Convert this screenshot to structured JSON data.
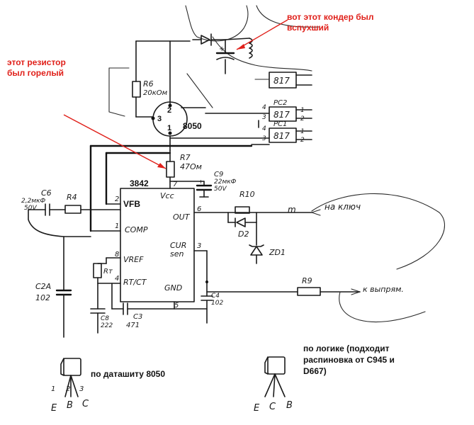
{
  "annotations": {
    "capacitor_note_line1": "вот этот кондер был",
    "capacitor_note_line2": "вспухший",
    "resistor_note_line1": "этот резистор",
    "resistor_note_line2": "был горелый",
    "datasheet_note": "по даташиту 8050",
    "logic_note_line1": "по логике (подходит",
    "logic_note_line2": "распиновка от С945 и",
    "logic_note_line3": "D667)"
  },
  "components": {
    "ic_name": "3842",
    "ic_vcc": "Vcc",
    "ic_vfb": "VFB",
    "ic_comp": "COMP",
    "ic_vref": "VREF",
    "ic_rtct": "RT/CT",
    "ic_out": "OUT",
    "ic_cur": "CUR",
    "ic_sen": "sen",
    "ic_gnd": "GND",
    "pin_1": "1",
    "pin_2": "2",
    "pin_3": "3",
    "pin_4": "4",
    "pin_5": "5",
    "pin_6": "6",
    "pin_7": "7",
    "pin_8": "8",
    "transistor_name": "8050",
    "tr_pin_1": "1",
    "tr_pin_2": "2",
    "tr_pin_3": "3",
    "r6_name": "R6",
    "r6_value": "20кОм",
    "r7_name": "R7",
    "r7_value": "47Ом",
    "c9_name": "C9",
    "c9_value": "22мкФ",
    "c9_voltage": "50V",
    "c6_name": "C6",
    "c6_value": "2,2мкФ",
    "c6_voltage": "50V",
    "r4_name": "R4",
    "r10_name": "R10",
    "d2_name": "D2",
    "zd1_name": "ZD1",
    "r9_name": "R9",
    "c2a_name": "C2A",
    "c2a_value": "102",
    "rt_name": "Rт",
    "c3_name": "C3",
    "c3_value": "471",
    "c8_name": "C8",
    "c8_value": "222",
    "c4_name": "C4",
    "c4_value": "102",
    "pc2_name": "PC2",
    "pc1_name": "PC1",
    "opto_top": "817",
    "opto_pc2": "817",
    "opto_pc1": "817",
    "opto_pin_1": "1",
    "opto_pin_2": "2",
    "opto_pin_3": "3",
    "opto_pin_4": "4",
    "to_key": "на ключ",
    "to_rectifier": "к выпрям.",
    "m_mark": "m"
  },
  "pinouts": {
    "left_pins": [
      "1",
      "2",
      "3"
    ],
    "left_names": [
      "E",
      "B",
      "C"
    ],
    "right_names": [
      "E",
      "C",
      "B"
    ]
  }
}
